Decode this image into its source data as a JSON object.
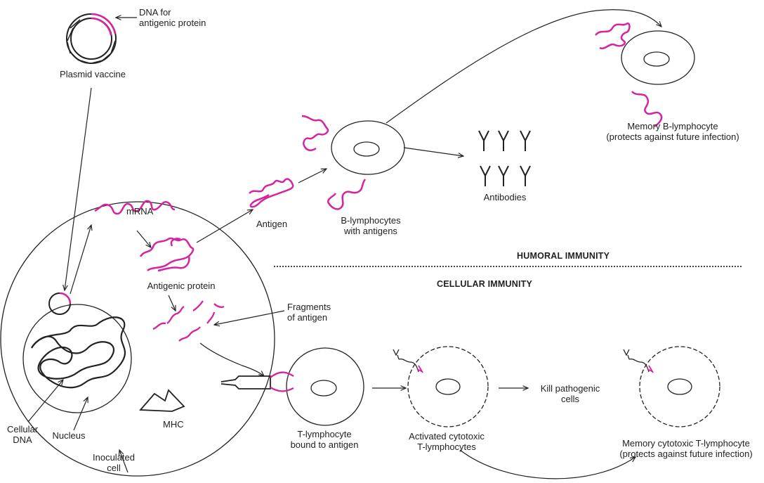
{
  "labels": {
    "dna_for_antigenic_protein": [
      "DNA for",
      "antigenic protein"
    ],
    "plasmid_vaccine": "Plasmid vaccine",
    "mrna": "mRNA",
    "antigenic_protein": "Antigenic protein",
    "antigen": "Antigen",
    "b_lymphocytes": [
      "B-lymphocytes",
      "with antigens"
    ],
    "antibodies": "Antibodies",
    "memory_b": [
      "Memory B-lymphocyte",
      "(protects against future infection)"
    ],
    "humoral": "HUMORAL IMMUNITY",
    "cellular": "CELLULAR IMMUNITY",
    "fragments": [
      "Fragments",
      "of antigen"
    ],
    "mhc": "MHC",
    "cellular_dna": [
      "Cellular",
      "DNA"
    ],
    "nucleus": "Nucleus",
    "inoculated": [
      "Inoculated",
      "cell"
    ],
    "t_lymphocyte": [
      "T-lymphocyte",
      "bound to antigen"
    ],
    "activated_cytotoxic": [
      "Activated cytotoxic",
      "T-lymphocytes"
    ],
    "kill_pathogenic": [
      "Kill pathogenic",
      "cells"
    ],
    "memory_t": [
      "Memory cytotoxic T-lymphocyte",
      "(protects against future infection)"
    ]
  },
  "colors": {
    "line": "#222222",
    "magenta": "#d6249f"
  }
}
